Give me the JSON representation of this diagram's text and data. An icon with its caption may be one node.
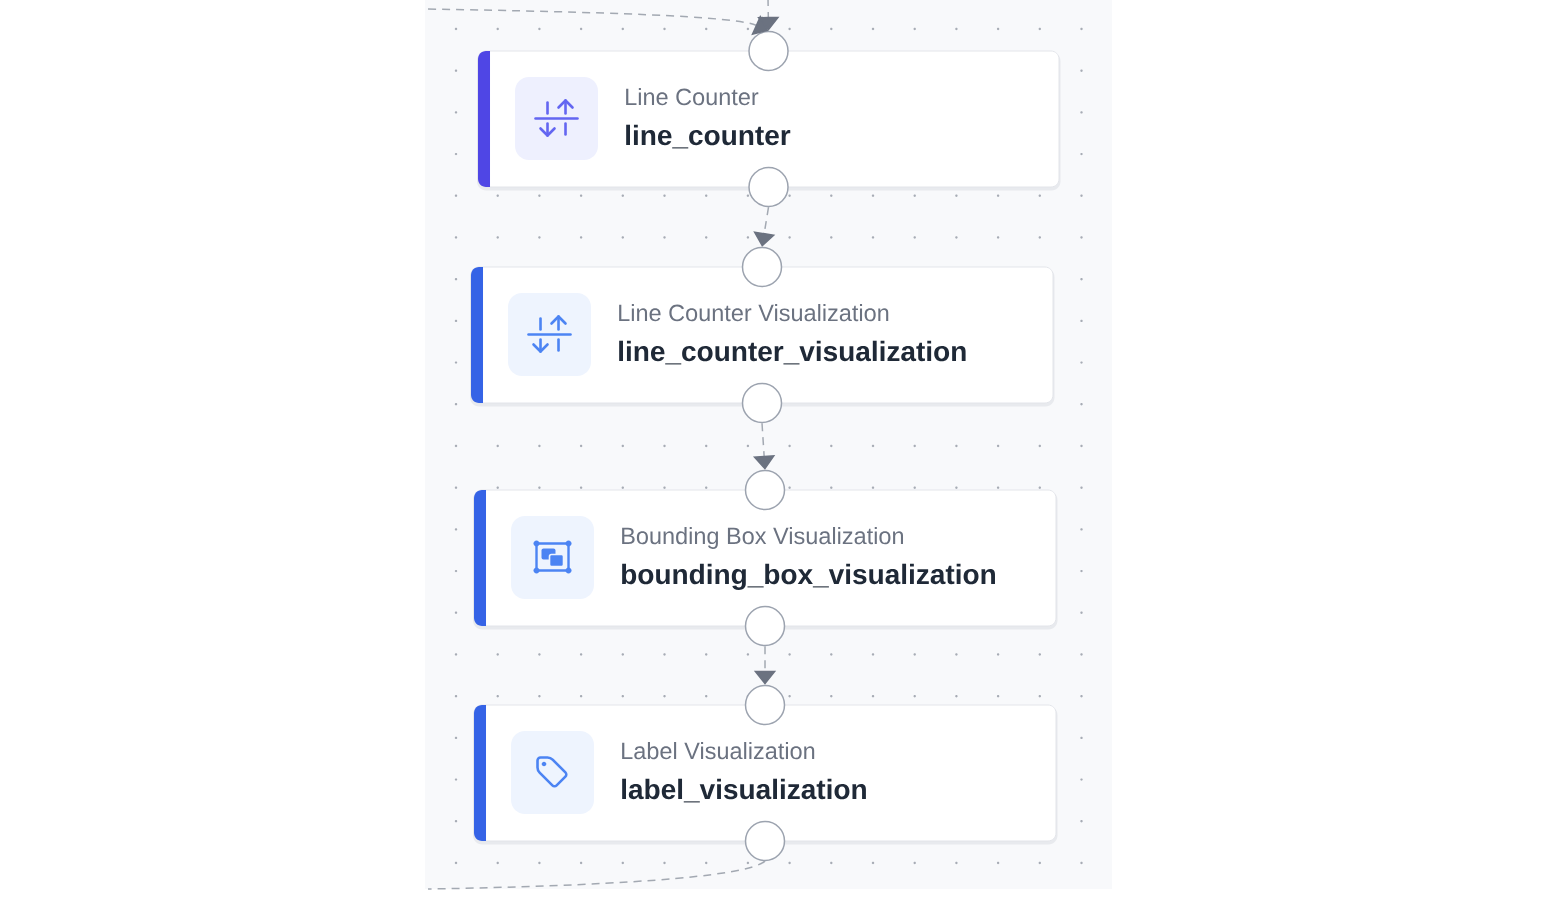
{
  "diagram": {
    "nodes": [
      {
        "text": [
          "Line Counter",
          "line_counter"
        ]
      },
      {
        "text": [
          "Line Counter Visualization",
          "line_counter_visualization"
        ]
      },
      {
        "text": [
          "Bounding Box Visualization",
          "bounding_box_visualization"
        ]
      },
      {
        "text": [
          "Label Visualization",
          "label_visualization"
        ]
      }
    ],
    "edges": [
      {
        "from": null,
        "to": 0,
        "arrow": "to",
        "style": "dashed"
      },
      {
        "from": null,
        "to": 0,
        "arrow": "to",
        "style": "dashed"
      },
      {
        "from": 0,
        "to": 1,
        "arrow": "to",
        "style": "dashed"
      },
      {
        "from": 1,
        "to": 2,
        "arrow": "to",
        "style": "dashed"
      },
      {
        "from": 2,
        "to": 3,
        "arrow": "to",
        "style": "dashed"
      },
      {
        "from": 3,
        "to": null,
        "arrow": "none",
        "style": "dashed"
      }
    ]
  }
}
